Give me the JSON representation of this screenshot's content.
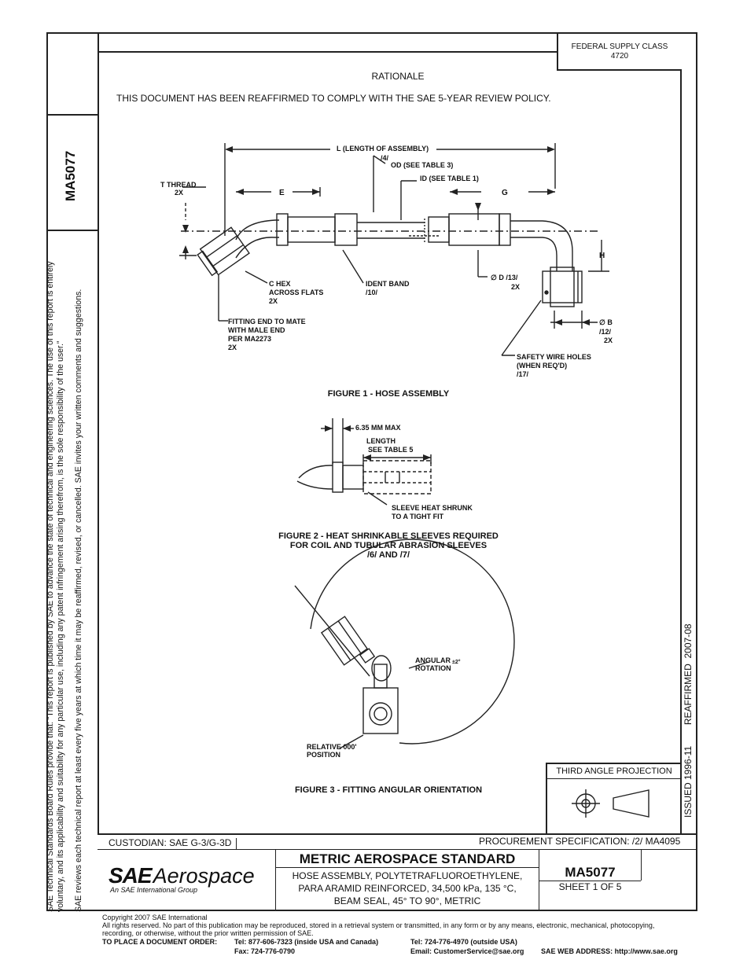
{
  "side_notes": {
    "line1": "SAE Technical Standards Board Rules provide that: “This report is published by SAE to advance the state of technical and engineering sciences. The use of this report is entirely",
    "line2": "voluntary, and its applicability and suitability for any particular use, including any patent infringement arising therefrom, is the sole responsibility of the user.”",
    "line3": "SAE reviews each technical report at least every five years at which time it may be reaffirmed, revised, or cancelled. SAE invites your written comments and suggestions."
  },
  "doc_id_side": "MA5077",
  "federal_supply": {
    "line1": "FEDERAL SUPPLY CLASS",
    "line2": "4720"
  },
  "rationale": {
    "heading": "RATIONALE",
    "text": "THIS DOCUMENT HAS BEEN REAFFIRMED TO COMPLY WITH THE SAE 5-YEAR REVIEW POLICY."
  },
  "figure1": {
    "caption": "FIGURE 1 - HOSE ASSEMBLY",
    "labels": {
      "length": "L (LENGTH OF ASSEMBLY)",
      "length_note": "/4/",
      "od": "OD (SEE TABLE 3)",
      "id": "ID (SEE TABLE 1)",
      "t_thread": "T THREAD",
      "t_thread_qty": "2X",
      "e": "E",
      "g": "G",
      "h": "H",
      "c_hex": "C HEX",
      "across_flats": "ACROSS FLATS",
      "c_hex_qty": "2X",
      "ident_band": "IDENT BAND",
      "ident_note": "/10/",
      "d": "∅ D /13/",
      "d_qty": "2X",
      "b": "∅ B",
      "b_note": "/12/",
      "b_qty": "2X",
      "fitting_end_1": "FITTING END TO MATE",
      "fitting_end_2": "WITH MALE END",
      "fitting_end_3": "PER MA2273",
      "fitting_end_qty": "2X",
      "safety_1": "SAFETY WIRE HOLES",
      "safety_2": "(WHEN REQ'D)",
      "safety_note": "/17/"
    }
  },
  "figure2": {
    "caption_line1": "FIGURE 2 - HEAT SHRINKABLE SLEEVES REQUIRED",
    "caption_line2": "FOR COIL AND TUBULAR ABRASION SLEEVES",
    "caption_line3": "/6/ AND /7/",
    "labels": {
      "max": "6.35 MM MAX",
      "length": "LENGTH",
      "see_table": "SEE TABLE 5",
      "sleeve_1": "SLEEVE HEAT SHRUNK",
      "sleeve_2": "TO A TIGHT FIT"
    }
  },
  "figure3": {
    "caption": "FIGURE 3 - FITTING ANGULAR ORIENTATION",
    "labels": {
      "angular_1": "ANGULAR",
      "angular_2": "ROTATION",
      "tolerance": "±2°",
      "relative_1": "RELATIVE 000'",
      "relative_2": "POSITION"
    }
  },
  "third_angle": "THIRD ANGLE PROJECTION",
  "issue_info": "ISSUED 1996-11        REAFFIRMED  2007-08",
  "custodian": "CUSTODIAN: SAE G-3/G-3D",
  "procurement": "PROCUREMENT SPECIFICATION: /2/ MA4095",
  "title_block": {
    "standard": "METRIC AEROSPACE STANDARD",
    "desc1": "HOSE ASSEMBLY, POLYTETRAFLUOROETHYLENE,",
    "desc2": "PARA ARAMID REINFORCED, 34,500 kPa, 135 °C,",
    "desc3": "BEAM SEAL, 45° TO 90°, METRIC",
    "doc_number": "MA5077",
    "sheet": "SHEET 1 OF 5"
  },
  "logo": {
    "sae": "SAE",
    "aerospace": "Aerospace",
    "tagline": "An SAE International Group"
  },
  "footer": {
    "copyright": "Copyright 2007 SAE International",
    "rights1": "All rights reserved. No part of this publication may be reproduced, stored in a retrieval system or transmitted, in any form or by any means, electronic, mechanical, photocopying,",
    "rights2": "recording, or otherwise, without the prior written permission of SAE.",
    "order_label": "TO PLACE A DOCUMENT ORDER:",
    "tel1": "Tel: 877-606-7323 (inside USA and Canada)",
    "tel2": "Tel: 724-776-4970 (outside USA)",
    "fax": "Fax: 724-776-0790",
    "email": "Email:  CustomerService@sae.org",
    "web": "SAE WEB ADDRESS: http://www.sae.org"
  }
}
